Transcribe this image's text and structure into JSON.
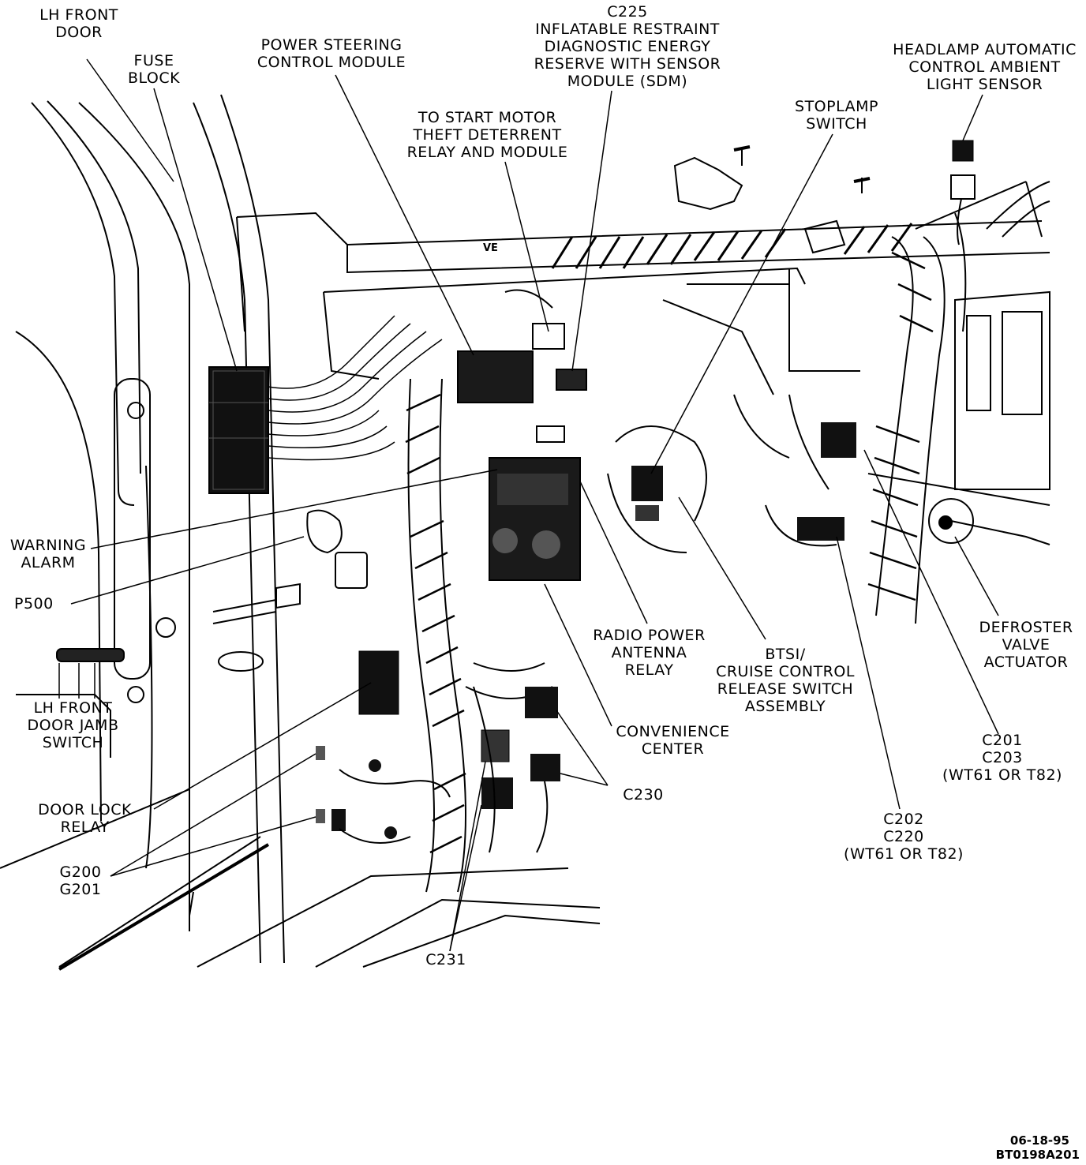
{
  "labels": {
    "lh_front_door": "LH FRONT\nDOOR",
    "fuse_block": "FUSE\nBLOCK",
    "power_steering": "POWER STEERING\nCONTROL MODULE",
    "c225": "C225\nINFLATABLE RESTRAINT\nDIAGNOSTIC ENERGY\nRESERVE WITH SENSOR\nMODULE (SDM)",
    "theft_deterrent": "TO START MOTOR\nTHEFT DETERRENT\nRELAY AND MODULE",
    "stoplamp_switch": "STOPLAMP\nSWITCH",
    "headlamp_sensor": "HEADLAMP AUTOMATIC\nCONTROL AMBIENT\nLIGHT SENSOR",
    "warning_alarm": "WARNING\nALARM",
    "p500": "P500",
    "door_jamb_switch": "LH FRONT\nDOOR JAMB\nSWITCH",
    "radio_antenna_relay": "RADIO POWER\nANTENNA\nRELAY",
    "btsi": "BTSI/\nCRUISE CONTROL\nRELEASE SWITCH\nASSEMBLY",
    "defroster": "DEFROSTER\nVALVE\nACTUATOR",
    "convenience_center": "CONVENIENCE\nCENTER",
    "c201_c203": "C201\nC203\n(WT61 OR T82)",
    "door_lock_relay": "DOOR LOCK\nRELAY",
    "c230": "C230",
    "c202_c220": "C202\nC220\n(WT61 OR T82)",
    "g200_g201": "G200\nG201",
    "c231": "C231",
    "vehicle_mark": "VE"
  },
  "stamp": {
    "date": "06-18-95",
    "code": "BT0198A201"
  }
}
